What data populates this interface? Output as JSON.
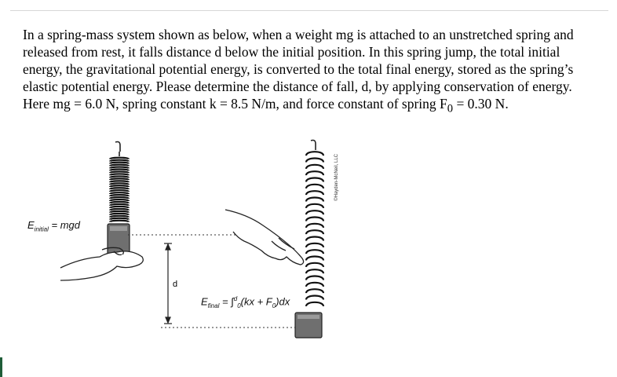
{
  "problem": {
    "text_before_subscript": "In a spring-mass system shown as below, when a weight mg is attached to an unstretched spring and released from rest, it falls distance d below the initial position. In this spring jump, the total initial energy, the gravitational potential energy, is converted to the total final energy, stored as the spring’s elastic potential energy. Please determine the distance of fall, d, by applying conservation of energy. Here mg = 6.0 N, spring constant k = 8.5 N/m, and force constant of spring F",
    "subscript": "0",
    "text_after_subscript": " = 0.30 N."
  },
  "figure": {
    "initial_energy": {
      "symbol": "E",
      "subscript": "initial",
      "rhs": " = mgd"
    },
    "final_energy": {
      "symbol": "E",
      "subscript": "final",
      "rhs": " = ∫",
      "integral_upper": "d",
      "integral_lower": "0",
      "integrand": "(kx + F",
      "integrand_sub": "0",
      "integrand_end": ")dx"
    },
    "distance_label": "d",
    "copyright": "©Hayden-McNeil, LLC"
  }
}
